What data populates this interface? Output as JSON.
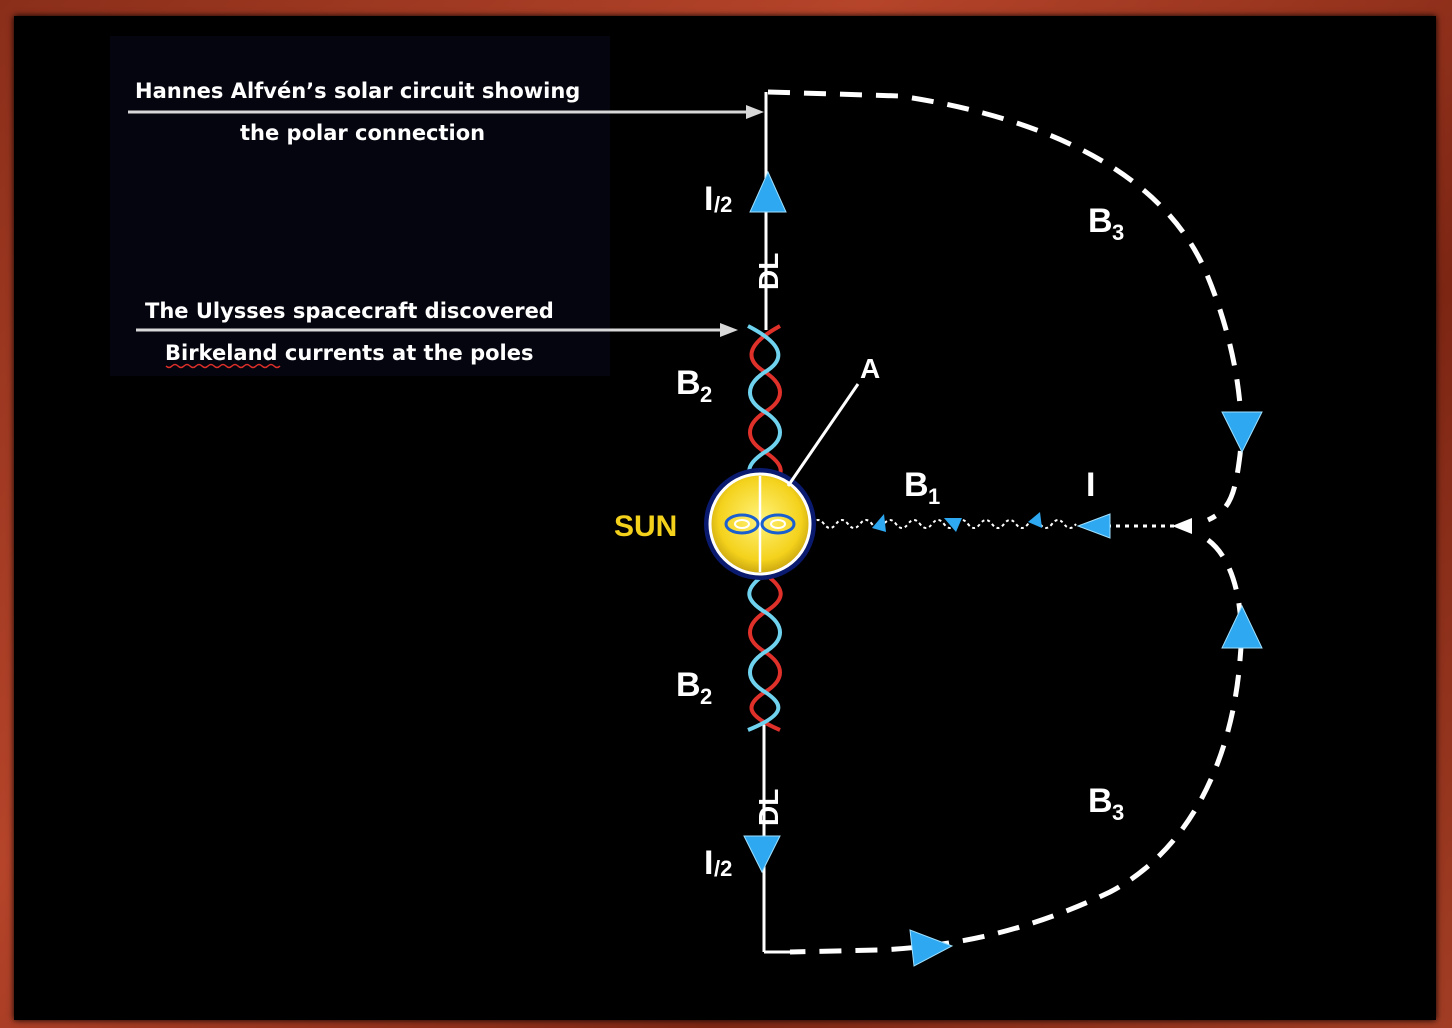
{
  "diagram": {
    "annotations": {
      "top_line1": "Hannes Alfvén’s solar circuit showing",
      "top_line2": "the polar connection",
      "mid_line1": "The Ulysses spacecraft discovered",
      "mid_line2": "Birkeland currents at the poles"
    },
    "labels": {
      "sun": "SUN",
      "a": "A",
      "b1": "B",
      "b1_sub": "1",
      "b2": "B",
      "b2_sub": "2",
      "b3": "B",
      "b3_sub": "3",
      "current": "I",
      "half_current": "I",
      "half_current_sub": "/2",
      "double_layer": "DL"
    },
    "colors": {
      "frame_background": "#000000",
      "border": "#a23d24",
      "sun_fill": "#f4d21c",
      "helix_red": "#e0302a",
      "helix_cyan": "#6fd3ef",
      "arrow_blue": "#2ea8f0",
      "line": "#ffffff"
    }
  }
}
